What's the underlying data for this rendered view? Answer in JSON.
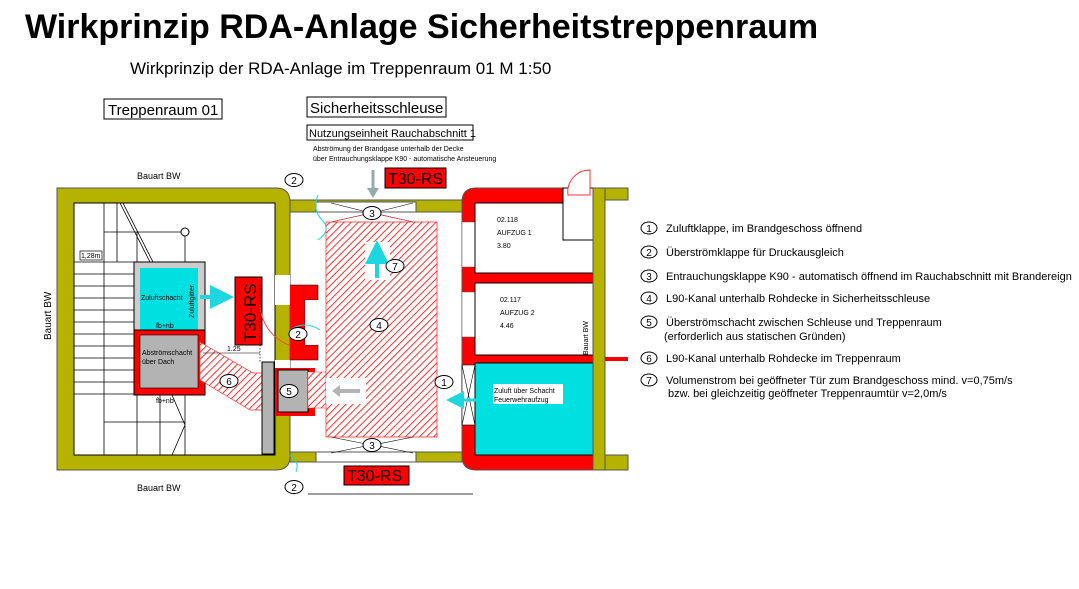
{
  "title": "Wirkprinzip RDA-Anlage Sicherheitstreppenraum",
  "subtitle": "Wirkprinzip der RDA-Anlage im Treppenraum 01   M 1:50",
  "colors": {
    "wall_bw": "#b5b300",
    "fire_wall": "#ff0000",
    "supply_air": "#00e0e0",
    "shaft_gray": "#b3b3b3",
    "arrow_cyan": "#1ed6e0"
  },
  "plan": {
    "room_stair": "Treppenraum 01",
    "room_lock": "Sicherheitsschleuse",
    "unit_label": "Nutzungseinheit Rauchabschnitt 1",
    "note_line1": "Abströmung der Brandgase unterhalb der Decke",
    "note_line2": "über Entrauchungsklappe K90 - automatische Ansteuerung",
    "bauart_top": "Bauart BW",
    "bauart_bottom": "Bauart BW",
    "bauart_left": "Bauart BW",
    "bauart_right": "Bauart BW",
    "door_top": "T30-RS",
    "door_bottom": "T30-RS",
    "door_stair": "T30-RS",
    "stair_width": "1,28m",
    "dim_125": "1.25",
    "zuluftschacht": "Zuluftschacht",
    "zuluftgitter": "Zuluftgitter",
    "fbnb_1": "fb+nb",
    "fbnb_2": "fb+nb",
    "abstrom_1": "Abströmschacht",
    "abstrom_2": "über Dach",
    "lift1": {
      "num": "02.118",
      "name": "AUFZUG 1",
      "area": "3.80"
    },
    "lift2": {
      "num": "02.117",
      "name": "AUFZUG 2",
      "area": "4.46"
    },
    "feuerwehr_1": "Zuluft über Schacht",
    "feuerwehr_2": "Feuerwehraufzug",
    "markers": {
      "m1": "1",
      "m2a": "2",
      "m2b": "2",
      "m2c": "2",
      "m3a": "3",
      "m3b": "3",
      "m4": "4",
      "m5": "5",
      "m6": "6",
      "m7": "7"
    }
  },
  "legend": [
    {
      "num": "1",
      "text": "Zuluftklappe, im Brandgeschoss öffnend"
    },
    {
      "num": "2",
      "text": "Überströmklappe für Druckausgleich"
    },
    {
      "num": "3",
      "text": "Entrauchungsklappe K90 - automatisch öffnend im Rauchabschnitt mit Brandereign"
    },
    {
      "num": "4",
      "text": "L90-Kanal unterhalb Rohdecke in Sicherheitsschleuse"
    },
    {
      "num": "5",
      "text": "Überströmschacht zwischen Schleuse und Treppenraum",
      "text2": "(erforderlich aus statischen Gründen)"
    },
    {
      "num": "6",
      "text": "L90-Kanal unterhalb Rohdecke im Treppenraum"
    },
    {
      "num": "7",
      "text": "Volumenstrom bei geöffneter Tür zum Brandgeschoss mind. v=0,75m/s",
      "text2": "bzw. bei gleichzeitig geöffneter Treppenraumtür v=2,0m/s"
    }
  ]
}
